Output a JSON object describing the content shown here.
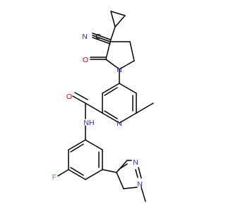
{
  "molecule": {
    "atom_labels": {
      "n_nitrile": "N",
      "c_nitrile": "C",
      "o_lactam": "O",
      "n_lactam": "N",
      "n_pyridine": "N",
      "o_amide": "O",
      "n_amide": "NH",
      "f_aryl": "F",
      "n_pyrazole_1": "N",
      "n_pyrazole_2": "N"
    },
    "colors": {
      "bond": "#000000",
      "nitrogen": "#2a2ae0",
      "oxygen": "#e00000",
      "fluorine": "#44a044",
      "carbon": "#000000"
    }
  }
}
